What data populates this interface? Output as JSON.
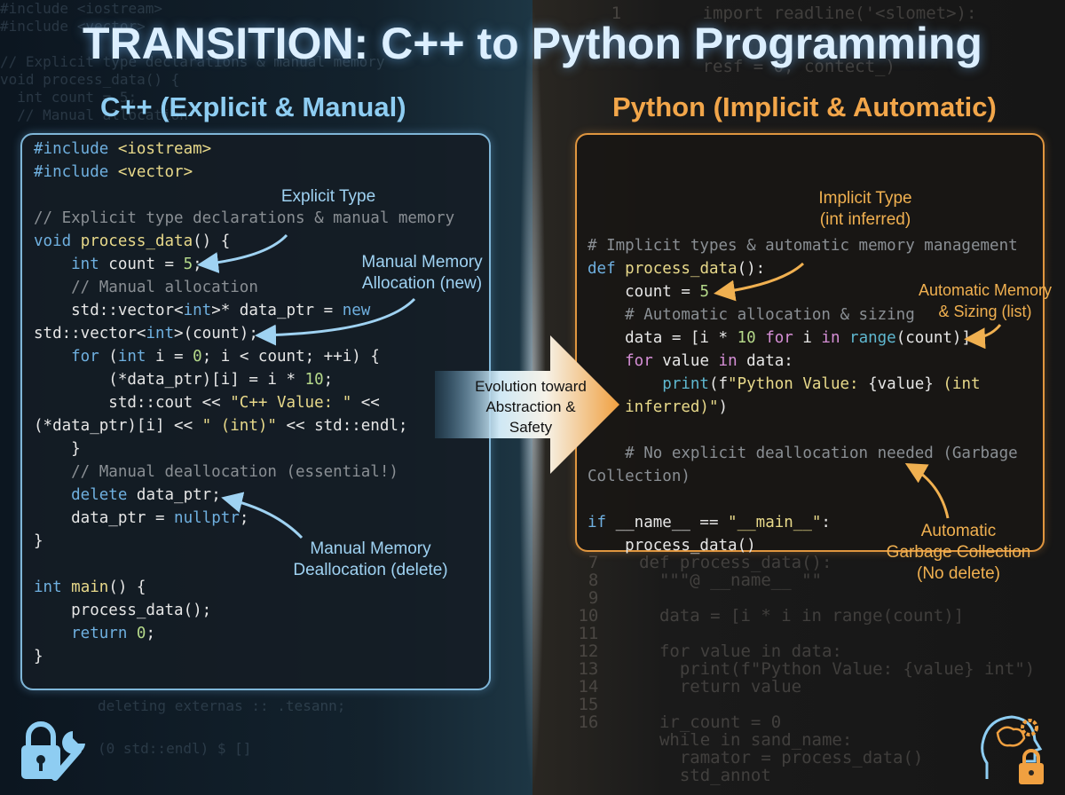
{
  "title": "TRANSITION: C++ to Python Programming",
  "cpp": {
    "heading": "C++ (Explicit & Manual)",
    "lines": [
      [
        [
          "#include ",
          "k"
        ],
        [
          "<iostream>",
          "s"
        ]
      ],
      [
        [
          "#include ",
          "k"
        ],
        [
          "<vector>",
          "s"
        ]
      ],
      [],
      [
        [
          "// Explicit type declarations & manual memory",
          "c"
        ]
      ],
      [
        [
          "void ",
          "k"
        ],
        [
          "process_data",
          "f"
        ],
        [
          "() {",
          ""
        ]
      ],
      [
        [
          "    int ",
          "k"
        ],
        [
          "count = ",
          ""
        ],
        [
          "5",
          "n"
        ],
        [
          ";",
          ""
        ]
      ],
      [
        [
          "    // Manual allocation",
          "c"
        ]
      ],
      [
        [
          "    std::vector<",
          ""
        ],
        [
          "int",
          "k"
        ],
        [
          ">* data_ptr = ",
          ""
        ],
        [
          "new",
          "k"
        ]
      ],
      [
        [
          "std::vector<",
          ""
        ],
        [
          "int",
          "k"
        ],
        [
          ">(count);",
          ""
        ]
      ],
      [
        [
          "    for ",
          "k"
        ],
        [
          "(",
          ""
        ],
        [
          "int",
          "k"
        ],
        [
          " i = ",
          ""
        ],
        [
          "0",
          "n"
        ],
        [
          "; i < count; ++i) {",
          ""
        ]
      ],
      [
        [
          "        (*data_ptr)[i] = i * ",
          ""
        ],
        [
          "10",
          "n"
        ],
        [
          ";",
          ""
        ]
      ],
      [
        [
          "        std::cout << ",
          ""
        ],
        [
          "\"C++ Value: \"",
          "s"
        ],
        [
          " <<",
          ""
        ]
      ],
      [
        [
          "(*data_ptr)[i] << ",
          ""
        ],
        [
          "\" (int)\"",
          "s"
        ],
        [
          " << std::endl;",
          ""
        ]
      ],
      [
        [
          "    }",
          ""
        ]
      ],
      [
        [
          "    // Manual deallocation (essential!)",
          "c"
        ]
      ],
      [
        [
          "    delete ",
          "k"
        ],
        [
          "data_ptr;",
          ""
        ]
      ],
      [
        [
          "    data_ptr = ",
          ""
        ],
        [
          "nullptr",
          "k"
        ],
        [
          ";",
          ""
        ]
      ],
      [
        [
          "}",
          ""
        ]
      ],
      [],
      [
        [
          "int ",
          "k"
        ],
        [
          "main",
          "f"
        ],
        [
          "() {",
          ""
        ]
      ],
      [
        [
          "    process_data();",
          ""
        ]
      ],
      [
        [
          "    return ",
          "k"
        ],
        [
          "0",
          "n"
        ],
        [
          ";",
          ""
        ]
      ],
      [
        [
          "}",
          ""
        ]
      ]
    ],
    "annotations": {
      "explicit_type": "Explicit Type",
      "alloc_1": "Manual Memory",
      "alloc_2": "Allocation (new)",
      "dealloc_1": "Manual Memory",
      "dealloc_2": "Deallocation (delete)"
    }
  },
  "py": {
    "heading": "Python (Implicit & Automatic)",
    "lines": [
      [
        [
          "# Implicit types & automatic memory management",
          "c"
        ]
      ],
      [
        [
          "def ",
          "k"
        ],
        [
          "process_data",
          "f"
        ],
        [
          "():",
          ""
        ]
      ],
      [
        [
          "    count = ",
          ""
        ],
        [
          "5",
          "n"
        ]
      ],
      [
        [
          "    # Automatic allocation & sizing",
          "c"
        ]
      ],
      [
        [
          "    data = [i * ",
          ""
        ],
        [
          "10",
          "n"
        ],
        [
          " for",
          "p"
        ],
        [
          " i ",
          ""
        ],
        [
          "in",
          "p"
        ],
        [
          " range",
          "b"
        ],
        [
          "(count)]",
          ""
        ]
      ],
      [
        [
          "    for",
          "p"
        ],
        [
          " value ",
          ""
        ],
        [
          "in",
          "p"
        ],
        [
          " data:",
          ""
        ]
      ],
      [
        [
          "        print",
          "b"
        ],
        [
          "(f",
          ""
        ],
        [
          "\"Python Value: ",
          "s"
        ],
        [
          "{value}",
          ""
        ],
        [
          " (int",
          "s"
        ]
      ],
      [
        [
          "    inferred)\"",
          "s"
        ],
        [
          ")",
          ""
        ]
      ],
      [],
      [
        [
          "    # No explicit deallocation needed (Garbage",
          "c"
        ]
      ],
      [
        [
          "Collection)",
          "c"
        ]
      ],
      [],
      [
        [
          "if ",
          "k"
        ],
        [
          "__name__ == ",
          ""
        ],
        [
          "\"__main__\"",
          "s"
        ],
        [
          ":",
          ""
        ]
      ],
      [
        [
          "    process_data()",
          ""
        ]
      ]
    ],
    "annotations": {
      "implicit_1": "Implicit Type",
      "implicit_2": "(int inferred)",
      "auto_1": "Automatic Memory",
      "auto_2": "& Sizing (list)",
      "gc_1": "Automatic",
      "gc_2": "Garbage Collection",
      "gc_3": "(No delete)"
    }
  },
  "evolution": {
    "line1": "Evolution toward",
    "line2": "Abstraction &",
    "line3": "Safety"
  },
  "background_code": {
    "left": "#include <iostream>\n#include <vector>\n\n// Explicit type declarations & manual memory\nvoid process_data() {\n  int count = 5;\n  // Manual allocation",
    "left_bottom": "deleting externas :: .tesann;\n\n(0 std::endl) $ []",
    "right_top": "      1        import readline('<slomet>):\n\n               resf = 0, contect_)",
    "right_bottom": "  7    def process_data():\n  8      \"\"\"@ __name__ \"\"\n  9\n 10      data = [i * i in range(count)]\n 11\n 12      for value in data:\n 13        print(f\"Python Value: {value} int\")\n 14        return value\n 15\n 16      ir_count = 0\n         while in sand_name:\n           ramator = process_data()\n           std_annot"
  },
  "colors": {
    "cpp_accent": "#7fb6d8",
    "py_accent": "#e0963f"
  },
  "icons": {
    "bottom_left": "lock-wrench-icon",
    "bottom_right": "brain-gear-lock-icon",
    "center": "arrow-right-icon"
  }
}
